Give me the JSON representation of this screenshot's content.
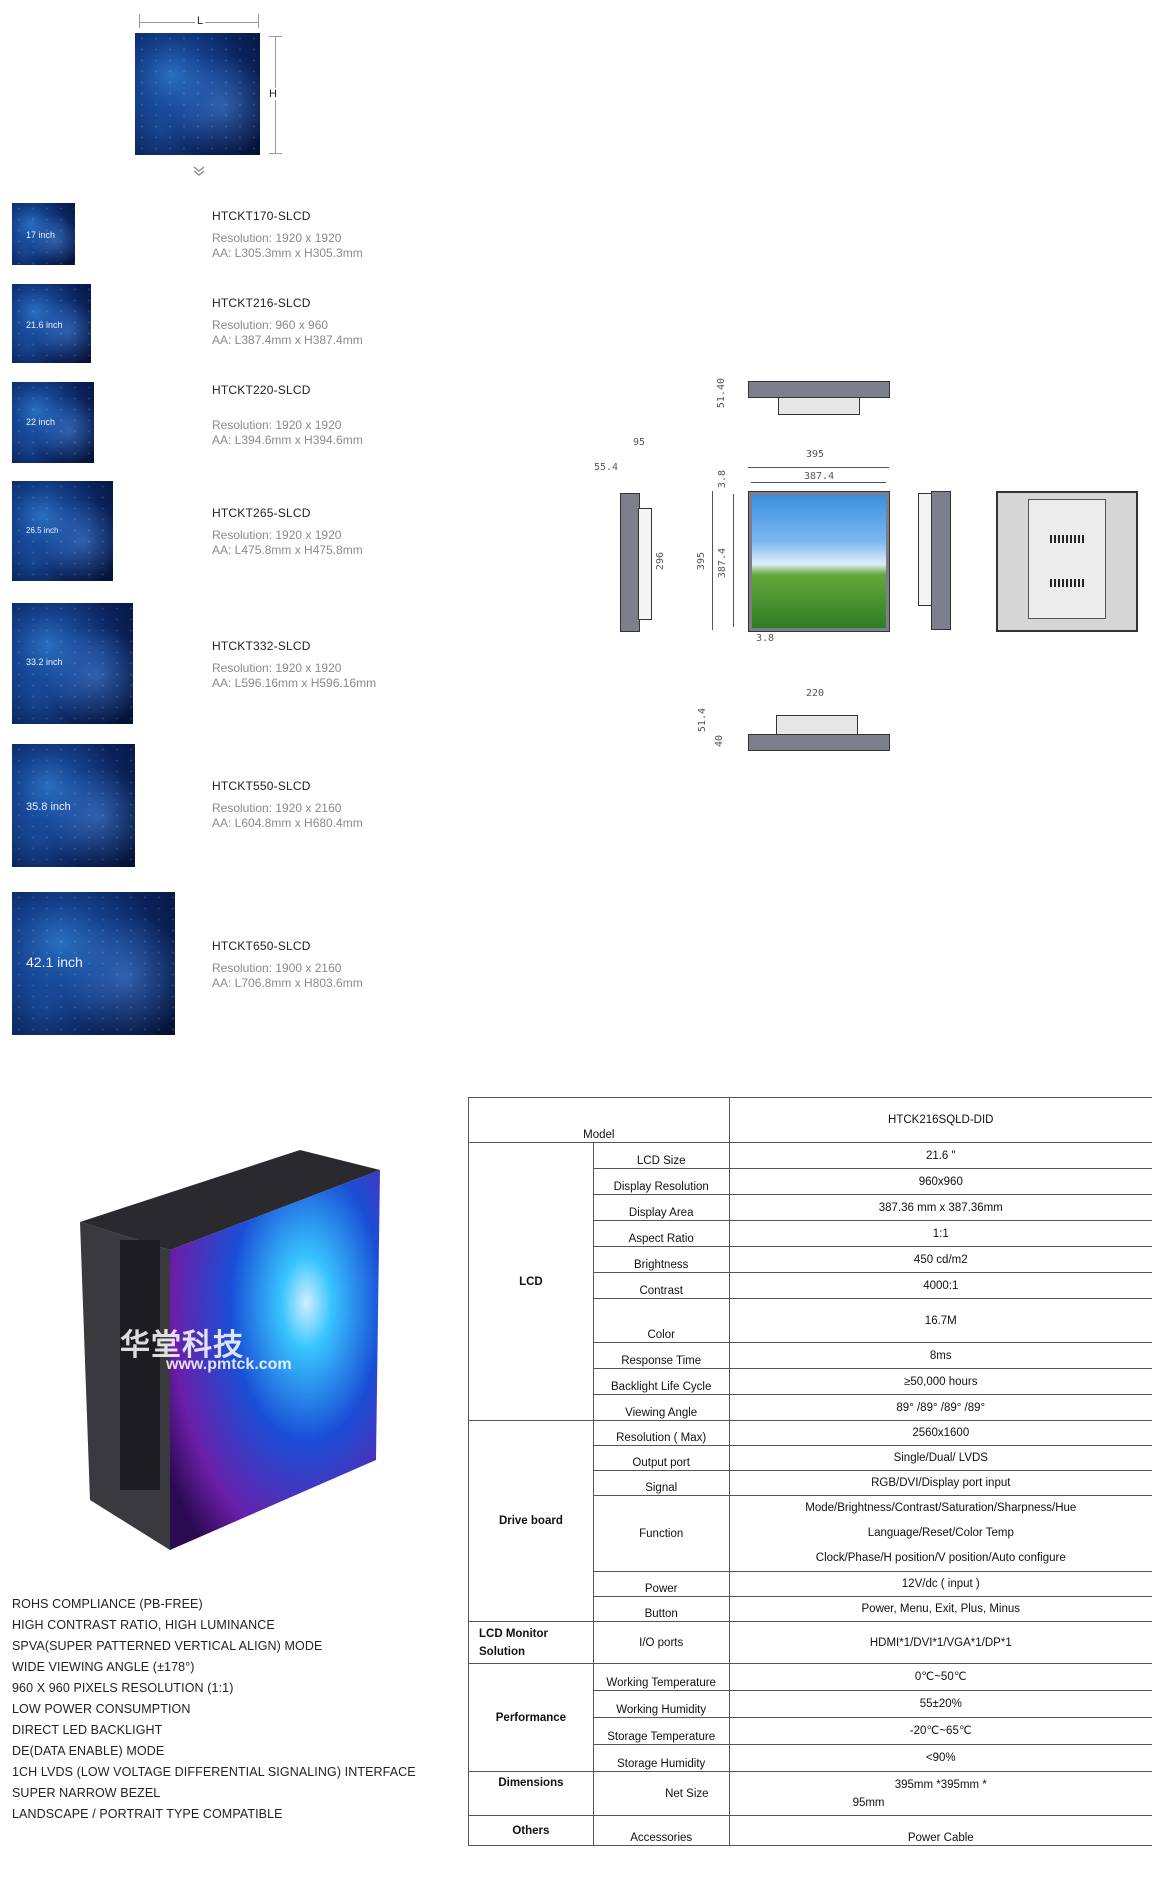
{
  "top_diagram": {
    "l_label": "L",
    "h_label": "H",
    "arrow": "chevron-double-down-icon"
  },
  "products": [
    {
      "thumb_label": "17 inch",
      "model": "HTCKT170-SLCD",
      "resolution": "Resolution: 1920 x 1920",
      "aa": "AA: L305.3mm x H305.3mm"
    },
    {
      "thumb_label": "21.6 inch",
      "model": "HTCKT216-SLCD",
      "resolution": "Resolution: 960 x 960",
      "aa": "AA: L387.4mm x H387.4mm"
    },
    {
      "thumb_label": "22 inch",
      "model": "HTCKT220-SLCD",
      "resolution": "Resolution: 1920 x 1920",
      "aa": "AA: L394.6mm x H394.6mm"
    },
    {
      "thumb_label": "26.5 inch",
      "model": "HTCKT265-SLCD",
      "resolution": "Resolution: 1920 x 1920",
      "aa": "AA: L475.8mm x H475.8mm"
    },
    {
      "thumb_label": "33.2 inch",
      "model": "HTCKT332-SLCD",
      "resolution": "Resolution: 1920 x 1920",
      "aa": "AA: L596.16mm x H596.16mm"
    },
    {
      "thumb_label": "35.8 inch",
      "model": "HTCKT550-SLCD",
      "resolution": "Resolution: 1920 x 2160",
      "aa": "AA: L604.8mm x H680.4mm"
    },
    {
      "thumb_label": "42.1 inch",
      "model": "HTCKT650-SLCD",
      "resolution": "Resolution: 1900 x 2160",
      "aa": "AA: L706.8mm x H803.6mm"
    }
  ],
  "drawing_dims": {
    "top_thk": "51.40",
    "side_w": "95",
    "side_off": "55.4",
    "side_h": "296",
    "front_w": "395",
    "front_aa_w": "387.4",
    "front_top": "3.8",
    "front_h": "395",
    "front_aa_h": "387.4",
    "front_bot": "3.8",
    "bot_w": "220",
    "bot_h1": "51.4",
    "bot_h2": "40"
  },
  "product_photo": {
    "watermark_brand": "华堂科技",
    "watermark_url": "www.pmtck.com"
  },
  "features": [
    "ROHS COMPLIANCE (PB-FREE)",
    "HIGH CONTRAST RATIO, HIGH LUMINANCE",
    "SPVA(SUPER PATTERNED VERTICAL ALIGN) MODE",
    "WIDE VIEWING ANGLE (±178°)",
    "960 X 960 PIXELS RESOLUTION (1:1)",
    "LOW POWER CONSUMPTION",
    "DIRECT LED BACKLIGHT",
    "DE(DATA ENABLE) MODE",
    "1CH LVDS (LOW VOLTAGE DIFFERENTIAL SIGNALING) INTERFACE",
    "SUPER NARROW BEZEL",
    "LANDSCAPE / PORTRAIT TYPE COMPATIBLE"
  ],
  "spec_table": {
    "model_label": "Model",
    "model_value": "HTCK216SQLD-DID",
    "groups": [
      {
        "name": "LCD",
        "rows": [
          {
            "label": "LCD Size",
            "value": "21.6 \""
          },
          {
            "label": "Display Resolution",
            "value": "960x960"
          },
          {
            "label": "Display Area",
            "value": "387.36 mm x 387.36mm"
          },
          {
            "label": "Aspect Ratio",
            "value": "1:1"
          },
          {
            "label": "Brightness",
            "value": "450 cd/m2"
          },
          {
            "label": "Contrast",
            "value": "4000:1"
          },
          {
            "label": "Color",
            "value": "16.7M"
          },
          {
            "label": "Response Time",
            "value": "8ms"
          },
          {
            "label": "Backlight Life Cycle",
            "value": "≥50,000 hours"
          },
          {
            "label": "Viewing Angle",
            "value": "89° /89° /89° /89°"
          }
        ]
      },
      {
        "name": "Drive board",
        "rows": [
          {
            "label": "Resolution ( Max)",
            "value": "2560x1600"
          },
          {
            "label": "Output port",
            "value": "Single/Dual/ LVDS"
          },
          {
            "label": "Signal",
            "value": "RGB/DVI/Display port input"
          },
          {
            "label": "Function",
            "value_lines": [
              "Mode/Brightness/Contrast/Saturation/Sharpness/Hue",
              "Language/Reset/Color Temp",
              "Clock/Phase/H position/V position/Auto configure"
            ]
          },
          {
            "label": "Power",
            "value": "12V/dc ( input )"
          },
          {
            "label": "Button",
            "value": "Power, Menu, Exit, Plus, Minus"
          }
        ]
      },
      {
        "name": "LCD Monitor Solution",
        "rows": [
          {
            "label": "I/O ports",
            "value": "HDMI*1/DVI*1/VGA*1/DP*1"
          }
        ]
      },
      {
        "name": "Performance",
        "rows": [
          {
            "label": "Working Temperature",
            "value": "0℃~50℃"
          },
          {
            "label": "Working Humidity",
            "value": "55±20%"
          },
          {
            "label": "Storage Temperature",
            "value": "-20℃~65℃"
          },
          {
            "label": "Storage Humidity",
            "value": "<90%"
          }
        ]
      },
      {
        "name": "Dimensions",
        "rows": [
          {
            "label": "Net Size",
            "value": "395mm *395mm *",
            "value2": "95mm"
          }
        ]
      },
      {
        "name": "Others",
        "rows": [
          {
            "label": "Accessories",
            "value": "Power Cable"
          }
        ]
      }
    ]
  }
}
